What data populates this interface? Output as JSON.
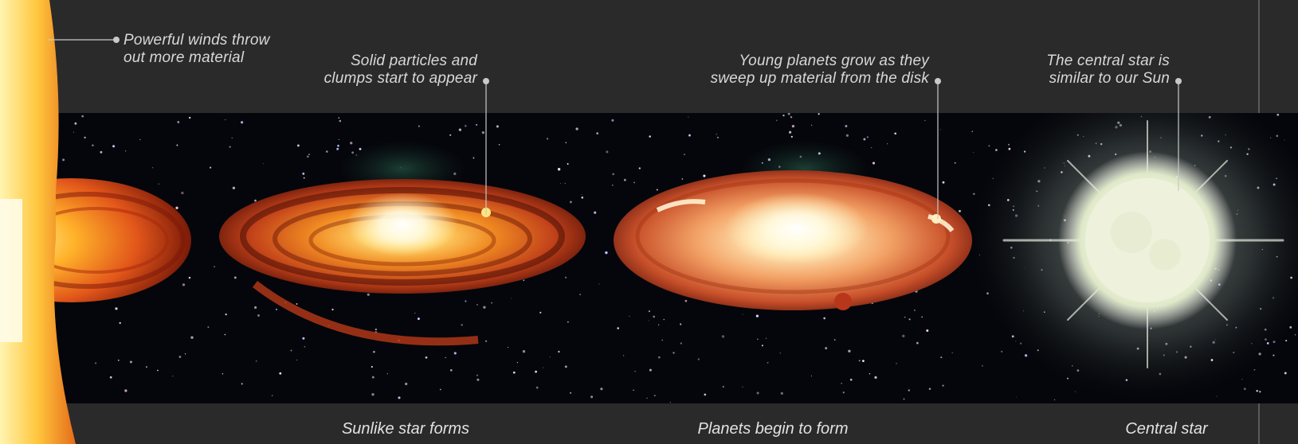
{
  "callouts": {
    "winds": "Powerful winds throw\nout more material",
    "particles": "Solid particles and\nclumps start to appear",
    "planets_grow": "Young planets grow as they\nsweep up material from the disk",
    "central_star": "The central star is\nsimilar to our Sun"
  },
  "stages": {
    "sunlike": "Sunlike star forms",
    "planets": "Planets begin to form",
    "central": "Central star"
  },
  "colors": {
    "panel_background": "#2b2a2a",
    "space": "#05060b",
    "disk_orange": "#e8641c",
    "star_glow": "#fff3c8",
    "leader_line": "#c9c9c9"
  }
}
